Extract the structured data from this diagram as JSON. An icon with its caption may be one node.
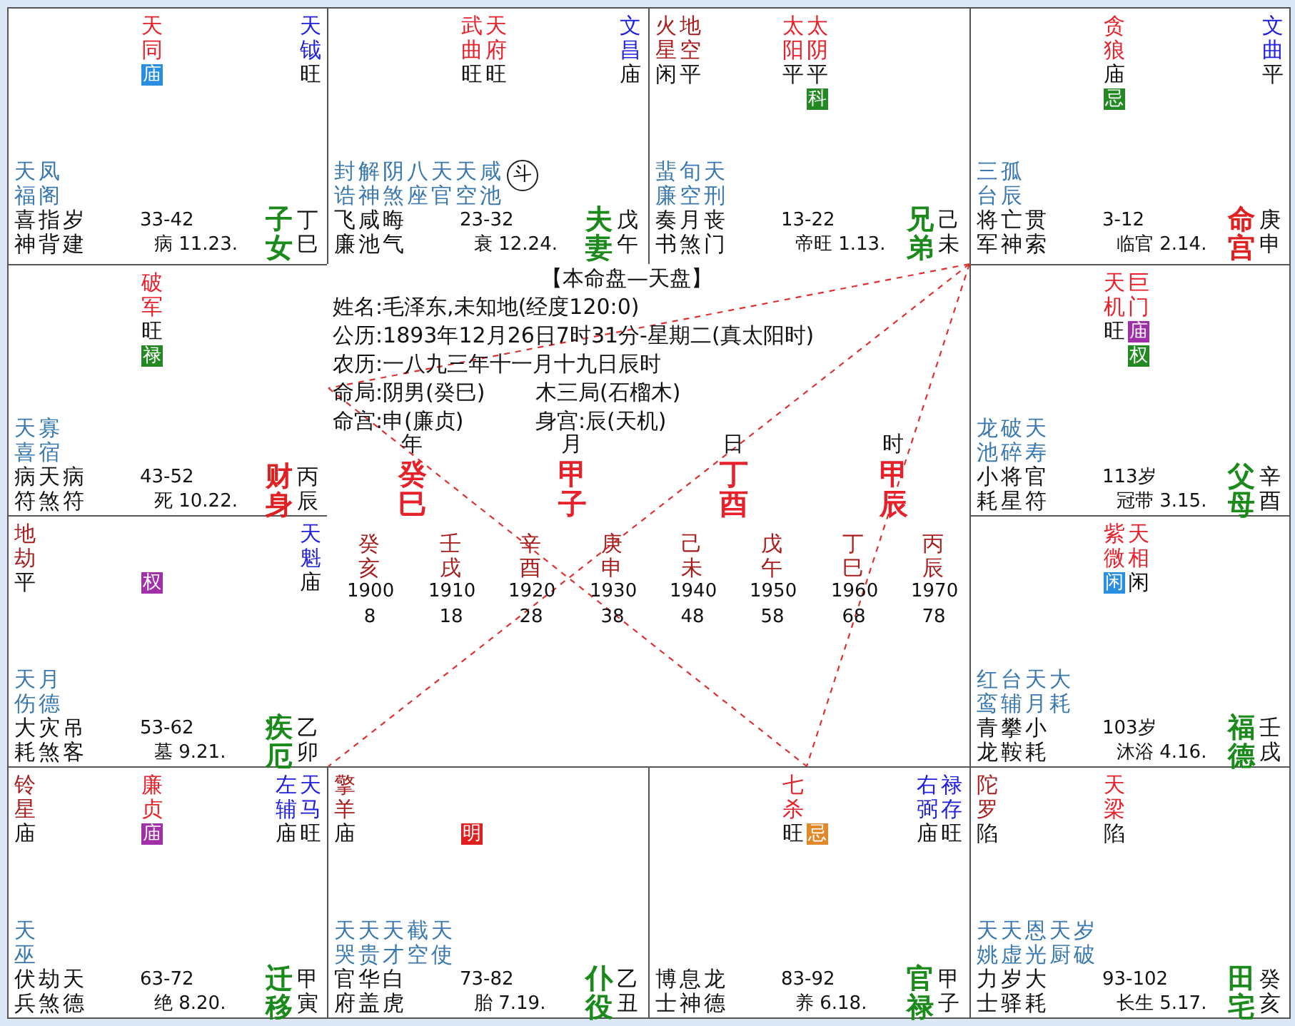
{
  "diagram": {
    "nodes": [
      {
        "text": [
          "天同",
          "庙",
          "天钺",
          "旺",
          "天福",
          "凤阁",
          "喜神",
          "指背",
          "岁建",
          "33-42",
          "病 11.23.",
          "子女",
          "丁巳"
        ]
      },
      {
        "text": [
          "武曲",
          "天府",
          "旺",
          "旺",
          "文昌",
          "庙",
          "封诰",
          "解神",
          "阴煞",
          "八座",
          "天官",
          "天空",
          "咸池",
          "飞廉",
          "咸池",
          "晦气",
          "23-32",
          "衰 12.24.",
          "夫妻",
          "戊午"
        ]
      },
      {
        "text": [
          "斗"
        ],
        "in": 1
      },
      {
        "text": [
          "火星",
          "地空",
          "闲",
          "平",
          "太阳",
          "太阴",
          "平",
          "平",
          "科",
          "蜚廉",
          "旬空",
          "天刑",
          "奏书",
          "月煞",
          "丧门",
          "13-22",
          "帝旺 1.13.",
          "兄弟",
          "己未"
        ]
      },
      {
        "text": [
          "贪狼",
          "庙",
          "忌",
          "文曲",
          "平",
          "三台",
          "孤辰",
          "将军",
          "亡神",
          "贯索",
          "3-12",
          "临官 2.14.",
          "命宫",
          "庚申"
        ]
      },
      {
        "text": [
          "破军",
          "旺",
          "禄",
          "天喜",
          "寡宿",
          "病符",
          "天煞",
          "病符",
          "43-52",
          "死 10.22.",
          "财身",
          "丙辰"
        ]
      },
      {
        "text": [
          "天机",
          "巨门",
          "旺",
          "庙",
          "权",
          "龙池",
          "破碎",
          "天寿",
          "小耗",
          "将星",
          "官符",
          "113岁",
          "冠带 3.15.",
          "父母",
          "辛酉"
        ]
      },
      {
        "text": [
          "地劫",
          "平",
          "权",
          "天魁",
          "庙",
          "天伤",
          "月德",
          "大耗",
          "灾煞",
          "吊客",
          "53-62",
          "墓 9.21.",
          "疾厄",
          "乙卯"
        ]
      },
      {
        "text": [
          "紫微",
          "天相",
          "闲",
          "闲",
          "红鸾",
          "台辅",
          "天月",
          "大耗",
          "青龙",
          "攀鞍",
          "小耗",
          "103岁",
          "沐浴 4.16.",
          "福德",
          "壬戌"
        ]
      },
      {
        "text": [
          "铃星",
          "庙",
          "廉贞",
          "庙",
          "左辅",
          "天马",
          "庙",
          "旺",
          "天巫",
          "伏兵",
          "劫煞",
          "天德",
          "63-72",
          "绝 8.20.",
          "迁移",
          "甲寅"
        ]
      },
      {
        "text": [
          "擎羊",
          "庙",
          "明",
          "天哭",
          "天贵",
          "天才",
          "截空",
          "天使",
          "官府",
          "华盖",
          "白虎",
          "73-82",
          "胎 7.19.",
          "仆役",
          "乙丑"
        ]
      },
      {
        "text": [
          "七杀",
          "旺",
          "忌",
          "右弼",
          "禄存",
          "庙",
          "旺",
          "博士",
          "息神",
          "龙德",
          "83-92",
          "养 6.18.",
          "官禄",
          "甲子"
        ]
      },
      {
        "text": [
          "陀罗",
          "陷",
          "天梁",
          "陷",
          "天姚",
          "天虚",
          "恩光",
          "天厨",
          "岁破",
          "力士",
          "岁驿",
          "大耗",
          "93-102",
          "长生 5.17.",
          "田宅",
          "癸亥"
        ]
      }
    ],
    "edges": [
      {
        "from": 4,
        "to": 5,
        "arrow": "none",
        "style": "dashed"
      },
      {
        "from": 4,
        "to": 9,
        "arrow": "none",
        "style": "dashed"
      },
      {
        "from": 4,
        "to": 11,
        "arrow": "none",
        "style": "dashed"
      },
      {
        "from": 5,
        "to": 11,
        "arrow": "none",
        "style": "dashed"
      }
    ],
    "labels": [
      "【本命盘—天盘】",
      "姓名:毛泽东,未知地(经度120:0)",
      "公历:1893年12月26日7时31分-星期二(真太阳时)",
      "农历:一八九三年十一月十九日辰时",
      "命局:阴男(癸巳)",
      "木三局(石榴木)",
      "命宫:申(廉贞)",
      "身宫:辰(天机)",
      "年",
      "癸巳",
      "月",
      "甲子",
      "日",
      "丁酉",
      "时",
      "甲辰",
      "癸亥",
      "1900",
      "8",
      "壬戌",
      "1910",
      "18",
      "辛酉",
      "1920",
      "28",
      "庚申",
      "1930",
      "38",
      "己未",
      "1940",
      "48",
      "戊午",
      "1950",
      "58",
      "丁巳",
      "1960",
      "68",
      "丙辰",
      "1970",
      "78"
    ]
  }
}
